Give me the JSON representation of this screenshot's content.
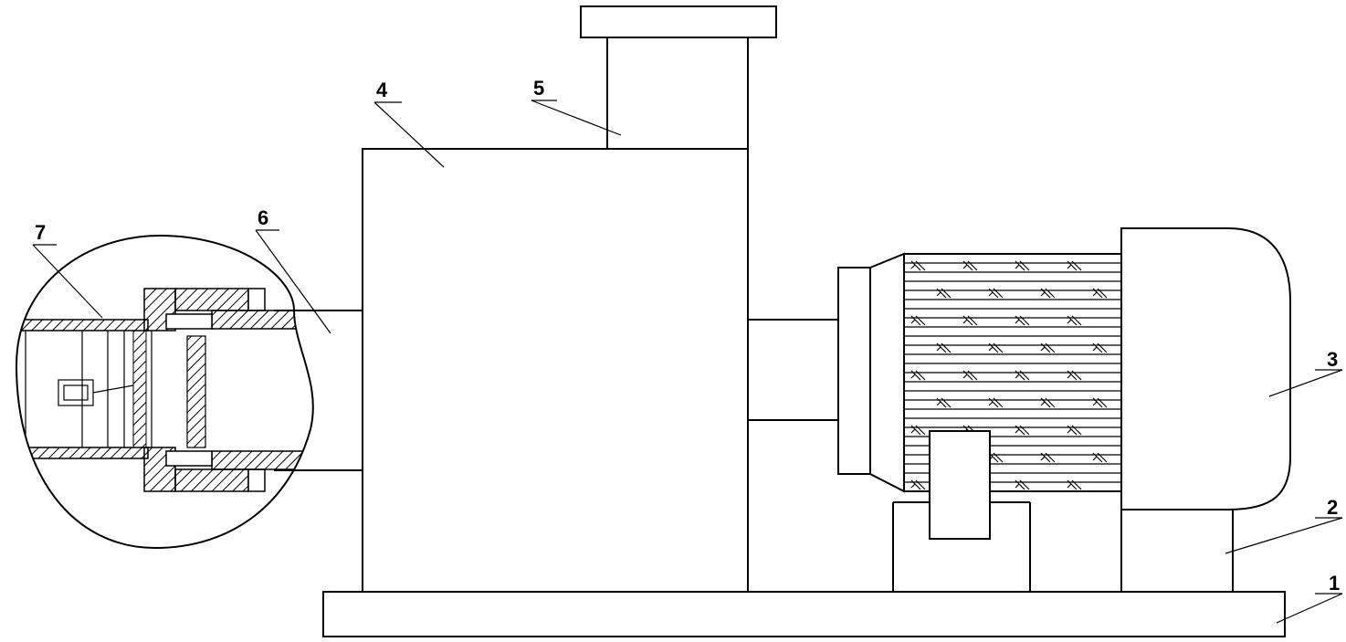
{
  "diagram": {
    "labels": {
      "base": "1",
      "motor_support": "2",
      "motor": "3",
      "pump_body": "4",
      "outlet_pipe": "5",
      "inlet_pipe": "6",
      "detail_view": "7"
    },
    "colors": {
      "line": "#000000",
      "background": "#ffffff"
    }
  }
}
